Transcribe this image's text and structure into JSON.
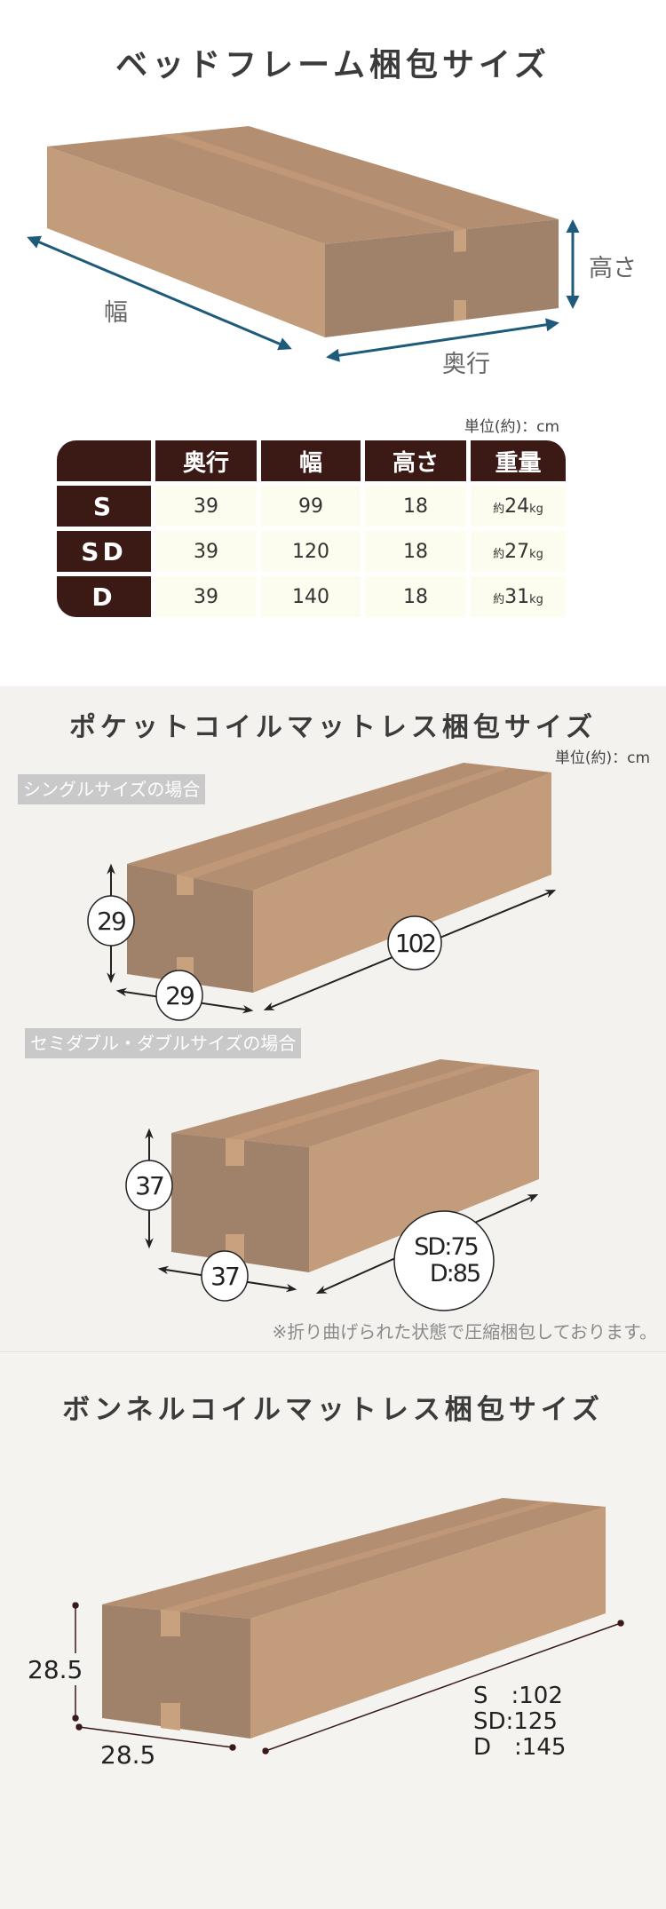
{
  "bed_frame": {
    "title": "ベッドフレーム梱包サイズ",
    "labels": {
      "width": "幅",
      "depth": "奥行",
      "height": "高さ"
    },
    "unit": "単位(約)：cm",
    "table": {
      "headers": [
        "",
        "奥行",
        "幅",
        "高さ",
        "重量"
      ],
      "rows": [
        {
          "size": "S",
          "depth": "39",
          "width": "99",
          "height": "18",
          "weight_prefix": "約",
          "weight": "24",
          "weight_unit": "kg"
        },
        {
          "size": "SD",
          "depth": "39",
          "width": "120",
          "height": "18",
          "weight_prefix": "約",
          "weight": "27",
          "weight_unit": "kg"
        },
        {
          "size": "D",
          "depth": "39",
          "width": "140",
          "height": "18",
          "weight_prefix": "約",
          "weight": "31",
          "weight_unit": "kg"
        }
      ]
    }
  },
  "pocket_coil": {
    "title": "ポケットコイルマットレス梱包サイズ",
    "unit": "単位(約)：cm",
    "single": {
      "tag": "シングルサイズの場合",
      "height": "29",
      "width": "29",
      "length": "102"
    },
    "double": {
      "tag": "セミダブル・ダブルサイズの場合",
      "height": "37",
      "width": "37",
      "length_sd": "SD:75",
      "length_d": "D:85"
    },
    "note": "※折り曲げられた状態で圧縮梱包しております。"
  },
  "bonnell_coil": {
    "title": "ボンネルコイルマットレス梱包サイズ",
    "height": "28.5",
    "width": "28.5",
    "lengths": [
      "S　:102",
      "SD:125",
      "D　:145"
    ]
  },
  "colors": {
    "box_top": "#b38e70",
    "box_side": "#c29c7b",
    "box_end": "#a0816a",
    "tape": "#c8a17f",
    "arrow_blue": "#1e5a7a",
    "table_header": "#3b1a16",
    "table_cell": "#fdfdef"
  }
}
